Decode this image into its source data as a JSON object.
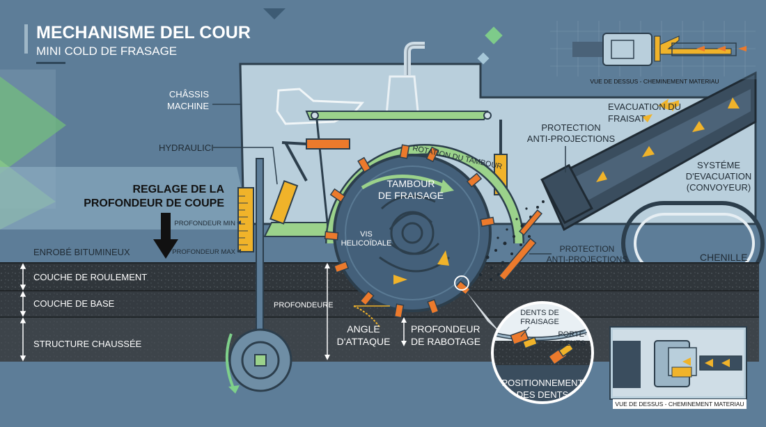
{
  "header": {
    "title": "MECHANISME DEL COUR",
    "subtitle": "MINI COLD DE FRASAGE"
  },
  "labels": {
    "chassis_1": "CHÂSSIS",
    "chassis_2": "MACHINE",
    "hydraulic": "HYDRAULICI",
    "depth_title_1": "REGLAGE DE LA",
    "depth_title_2": "PROFONDEUR DE COUPE",
    "depth_min": "PROFONDEUR MIN",
    "depth_max": "PROFONDEUR MAX",
    "asphalt": "ENROBÉ BITUMINEUX",
    "layer_wearing": "COUCHE DE ROULEMENT",
    "layer_base": "COUCHE DE BASE",
    "layer_structure": "STRUCTURE CHAUSSÉE",
    "depth": "PROFONDEURE",
    "attack_angle_1": "ANGLE",
    "attack_angle_2": "D'ATTAQUE",
    "planing_depth_1": "PROFONDEUR",
    "planing_depth_2": "DE RABOTAGE",
    "drum_rotation": "ROTATION DU TAMBOUR",
    "drum_1": "TAMBOUR",
    "drum_2": "DE FRAISAGE",
    "screw_1": "VIS",
    "screw_2": "HELICOÏDALE",
    "evacuation_1": "EVACUATION DU",
    "evacuation_2": "FRAISAT",
    "guard_top_1": "PROTECTION",
    "guard_top_2": "ANTI-PROJECTIONS",
    "guard_bottom_1": "PROTECTION",
    "guard_bottom_2": "ANTI-PROJECTIONS",
    "conveyor_1": "SYSTÉME",
    "conveyor_2": "D'EVACUATION",
    "conveyor_3": "(CONVOYEUR)",
    "track": "CHENILLE",
    "teeth_1": "DENTS DE",
    "teeth_2": "FRAISAGE",
    "holder_1": "PORTE-",
    "holder_2": "DENTS",
    "positioning_1": "POSITIONNEMENT",
    "positioning_2": "DES DENTS",
    "top_view_caption": "VUE DE DESSUS - CHEMINEMENT MATERIAU",
    "bottom_view_caption": "VUE DE DESSUS - CHEMINEMENT MATERIAU"
  },
  "colors": {
    "background": "#5d7d98",
    "chassis": "#b9cfdc",
    "outline": "#2c3e4c",
    "accent_orange": "#ec7a2c",
    "accent_yellow": "#f0b32a",
    "frame_green": "#8ecb7a",
    "drum": "#44607a",
    "conveyor": "#3a4d5e",
    "ground_dark": "#2e3338"
  }
}
